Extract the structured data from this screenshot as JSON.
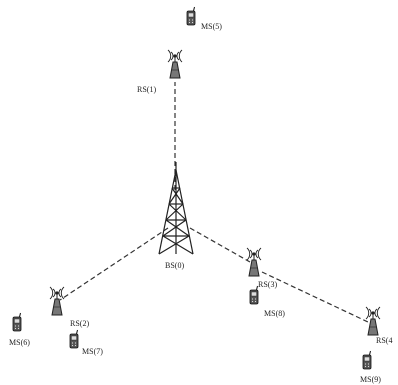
{
  "diagram": {
    "nodes": {
      "bs0": {
        "label": "BS(0)",
        "kind": "base-station"
      },
      "rs1": {
        "label": "RS(1)",
        "kind": "relay-station"
      },
      "rs2": {
        "label": "RS(2)",
        "kind": "relay-station"
      },
      "rs3": {
        "label": "RS(3)",
        "kind": "relay-station"
      },
      "rs4": {
        "label": "RS(4",
        "kind": "relay-station"
      },
      "ms5": {
        "label": "MS(5)",
        "kind": "mobile-station"
      },
      "ms6": {
        "label": "MS(6)",
        "kind": "mobile-station"
      },
      "ms7": {
        "label": "MS(7)",
        "kind": "mobile-station"
      },
      "ms8": {
        "label": "MS(8)",
        "kind": "mobile-station"
      },
      "ms9": {
        "label": "MS(9)",
        "kind": "mobile-station"
      }
    },
    "links": [
      {
        "from": "bs0",
        "to": "rs1",
        "style": "dashed"
      },
      {
        "from": "bs0",
        "to": "rs2",
        "style": "dashed"
      },
      {
        "from": "bs0",
        "to": "rs3",
        "style": "dashed"
      },
      {
        "from": "rs3",
        "to": "rs4",
        "style": "dashed"
      }
    ]
  }
}
